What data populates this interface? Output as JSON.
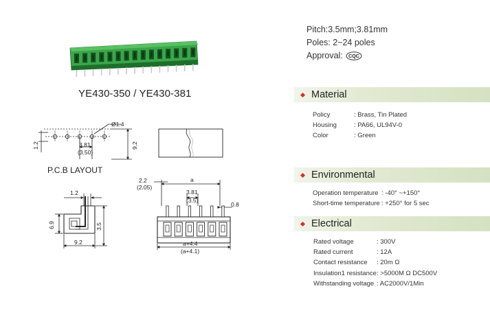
{
  "product": {
    "model_title": "YE430-350 / YE430-381",
    "pole_count_shown": 15,
    "housing_color": "#3aa64a",
    "housing_dark": "#1f6e2b",
    "pin_color": "#c8c8c8"
  },
  "specs_top": {
    "pitch": "Pitch:3.5mm;3.81mm",
    "poles": "Poles: 2~24 poles",
    "approval_label": "Approval:",
    "approval_mark": "CQC"
  },
  "sections": {
    "material": {
      "title": "Material",
      "rows": [
        {
          "key": "Policy",
          "value": ": Brass, Tin  Plated"
        },
        {
          "key": "Housing",
          "value": ": PA66, UL94V-0"
        },
        {
          "key": "Color",
          "value": ": Green"
        }
      ]
    },
    "environmental": {
      "title": "Environmental",
      "rows": [
        {
          "key": "Operation  temperature",
          "value": ":  -40°  ~+150°"
        },
        {
          "key": "Short-time  temperature",
          "value": ":  +250°  for 5 sec"
        }
      ]
    },
    "electrical": {
      "title": "Electrical",
      "rows": [
        {
          "key": "Rated  voltage",
          "value": ":  300V"
        },
        {
          "key": "Rated  current",
          "value": ":  12A"
        },
        {
          "key": "Contact  resistance",
          "value": ":  20m  Ω"
        },
        {
          "key": "Insulation1  resistance",
          "value": ":  >5000M Ω   DC500V"
        },
        {
          "key": "Withstanding  voltage",
          "value": ":  AC2000V/1Min"
        }
      ]
    }
  },
  "drawings": {
    "pcb_layout": {
      "title": "P.C.B   LAYOUT",
      "hole_dia": "Ø1.4",
      "dim_pitch": "3.81",
      "dim_pitch_alt": "(3.50)",
      "dim_height": "1.2",
      "dim_total": "9.2"
    },
    "side": {
      "dim_top": "1.2",
      "dim_left": "6.9",
      "dim_right": "3.5",
      "dim_bottom": "9.2"
    },
    "front": {
      "dim_a": "a",
      "dim_offset": "2.2",
      "dim_offset_alt": "(2.05)",
      "dim_pitch": "3.81",
      "dim_pitch_alt": "(3.5)",
      "dim_pin": "0.8",
      "dim_total": "a+4.4",
      "dim_total_alt": "(a+4.1)"
    }
  }
}
